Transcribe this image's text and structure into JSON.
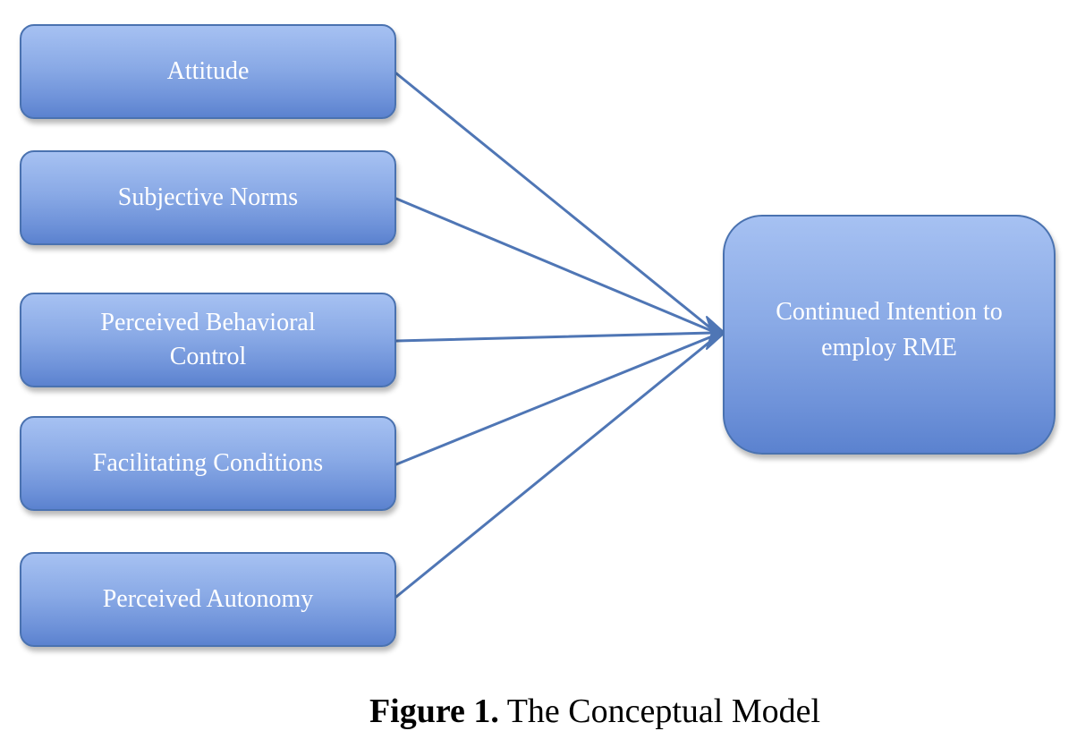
{
  "nodes": {
    "attitude": "Attitude",
    "subjective_norms": "Subjective Norms",
    "perceived_behavioral_control": "Perceived Behavioral Control",
    "facilitating_conditions": "Facilitating Conditions",
    "perceived_autonomy": "Perceived Autonomy",
    "target": "Continued Intention to employ RME"
  },
  "edges": [
    {
      "from": "attitude",
      "to": "target"
    },
    {
      "from": "subjective_norms",
      "to": "target"
    },
    {
      "from": "perceived_behavioral_control",
      "to": "target"
    },
    {
      "from": "facilitating_conditions",
      "to": "target"
    },
    {
      "from": "perceived_autonomy",
      "to": "target"
    }
  ],
  "caption": {
    "label": "Figure 1.",
    "text": " The Conceptual Model"
  },
  "colors": {
    "box_fill_top": "#a6c1f2",
    "box_fill_bottom": "#5b82cf",
    "box_border": "#4a72b0",
    "arrow": "#4f76b5",
    "box_text": "#ffffff"
  }
}
